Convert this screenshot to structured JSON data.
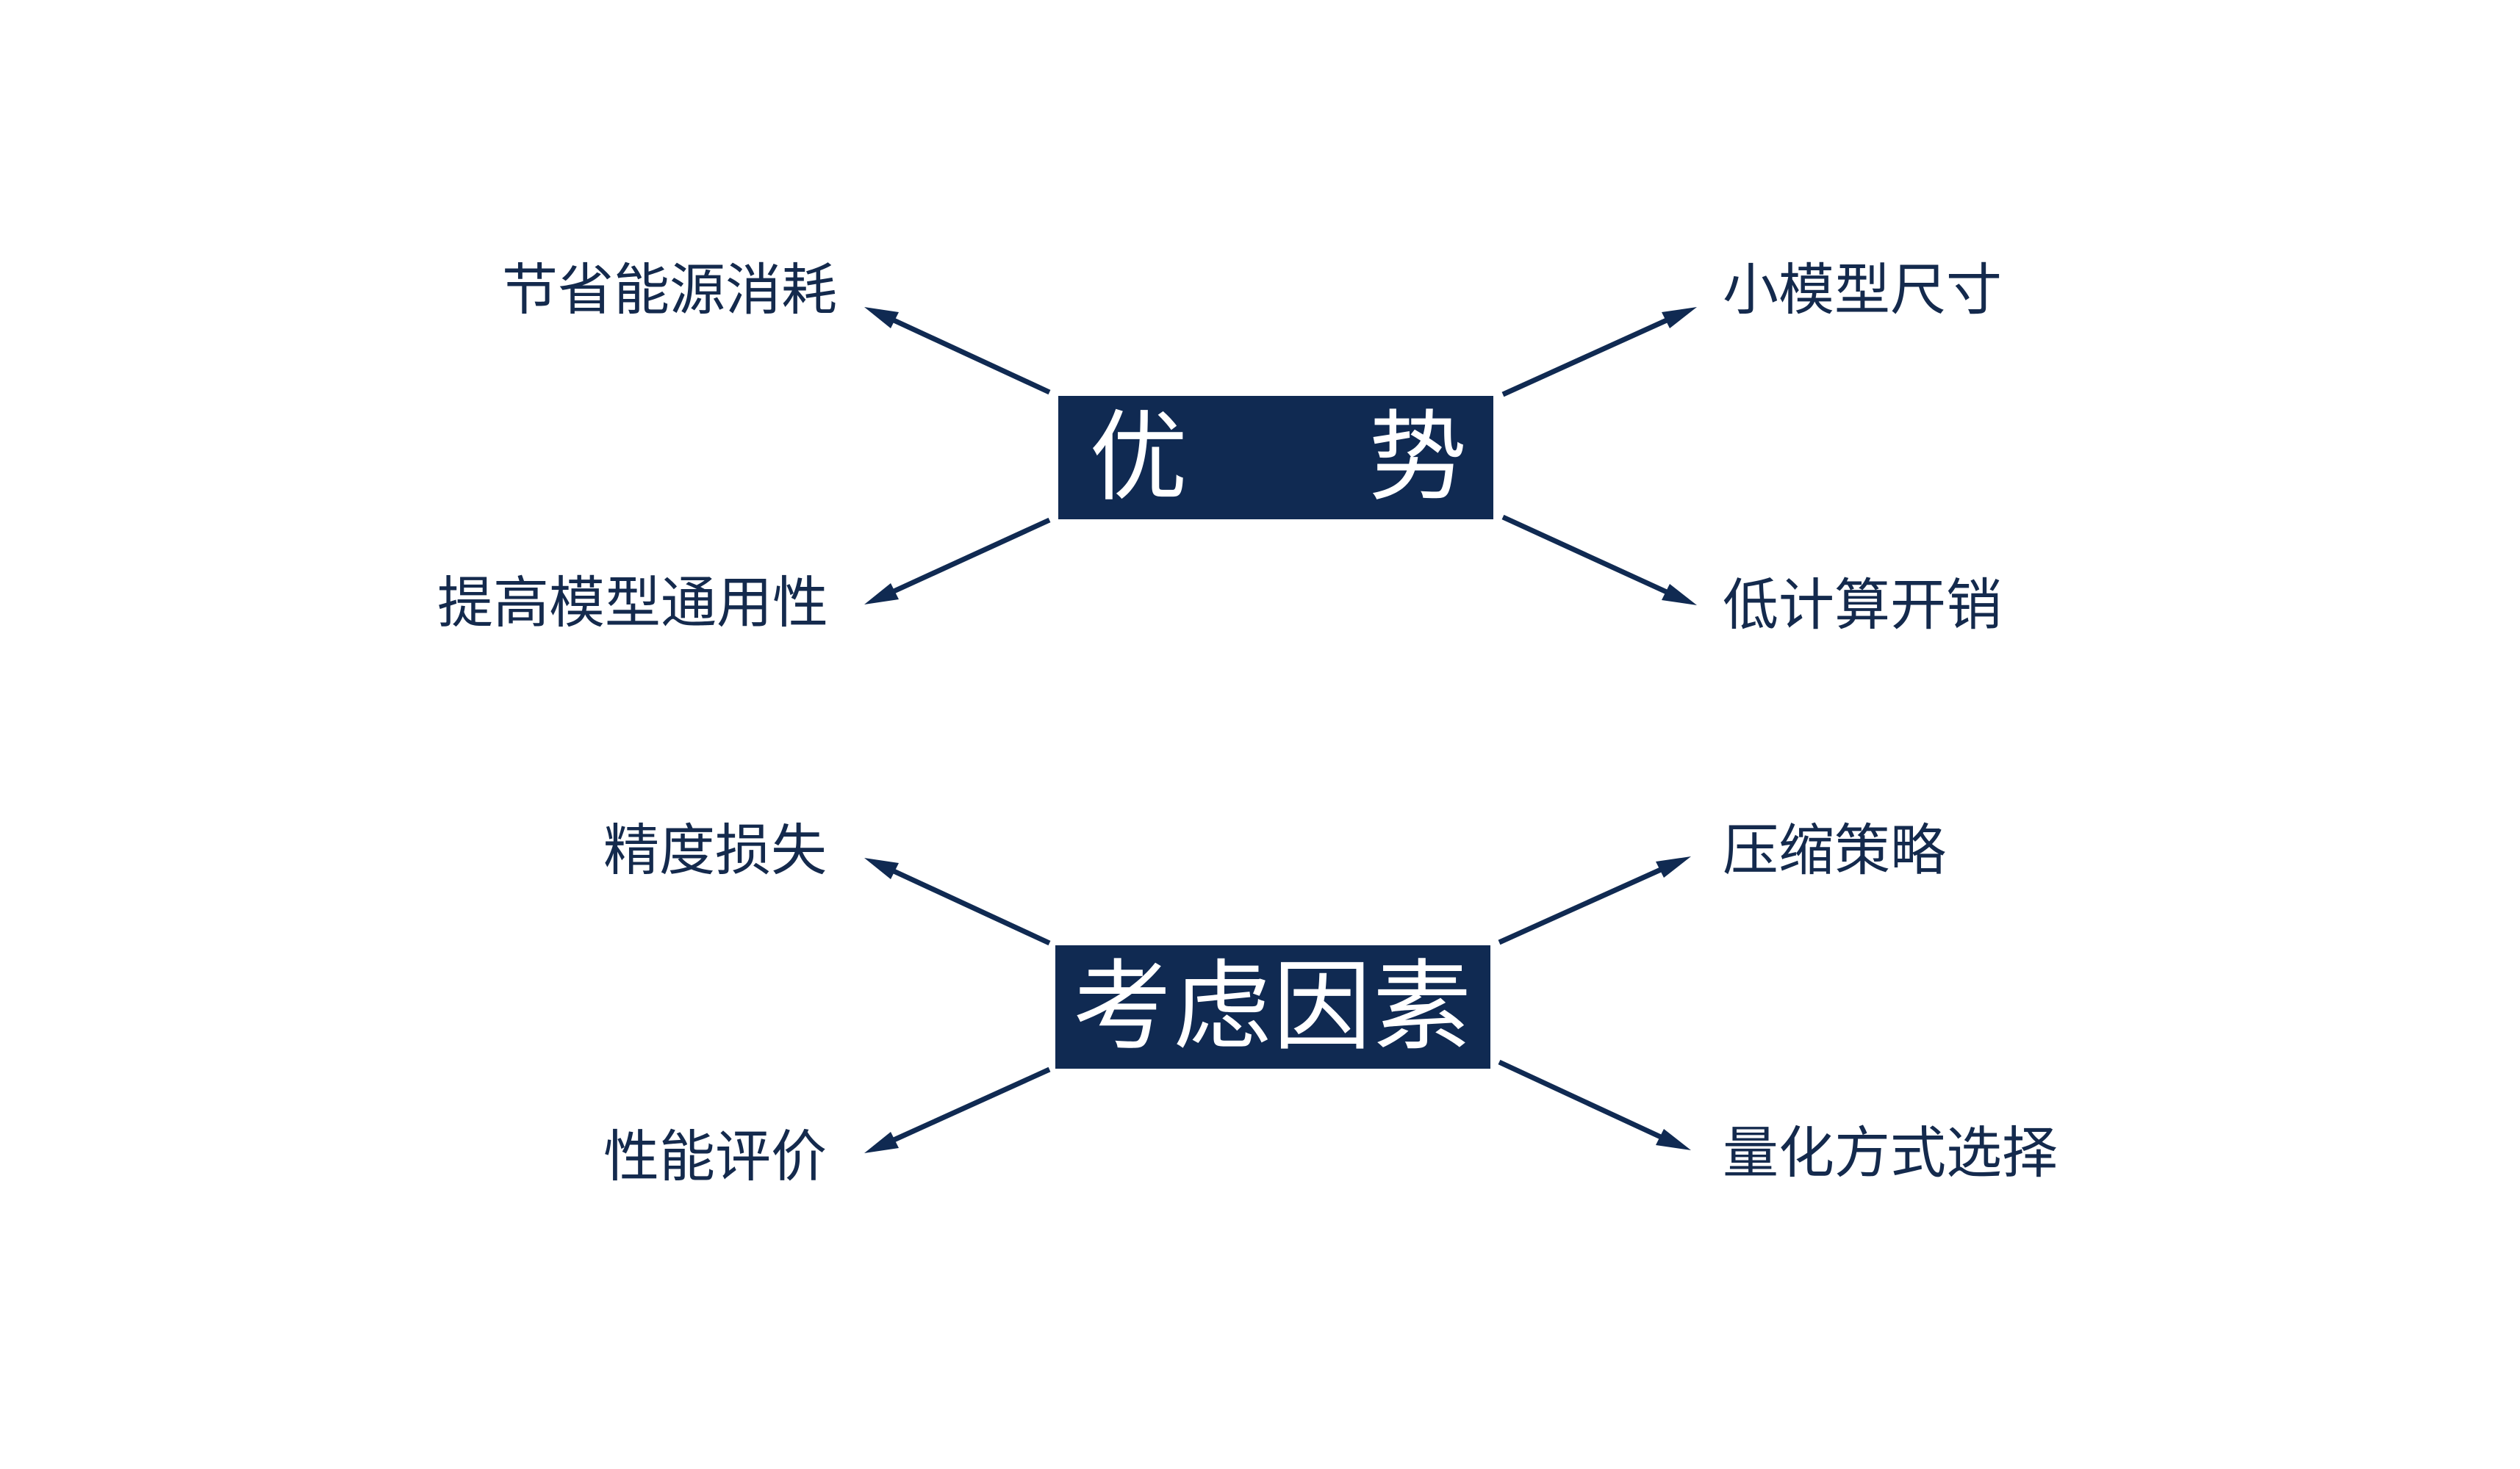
{
  "colors": {
    "navy": "#102a52",
    "label_text": "#142a4d",
    "hub_text": "#ffffff",
    "background": "#ffffff"
  },
  "advantages": {
    "title_chars": [
      "优",
      "势"
    ],
    "items": {
      "top_left": "节省能源消耗",
      "bottom_left": "提高模型通用性",
      "top_right": "小模型尺寸",
      "bottom_right": "低计算开销"
    }
  },
  "factors": {
    "title": "考虑因素",
    "items": {
      "top_left": "精度损失",
      "bottom_left": "性能评价",
      "top_right": "压缩策略",
      "bottom_right": "量化方式选择"
    }
  }
}
